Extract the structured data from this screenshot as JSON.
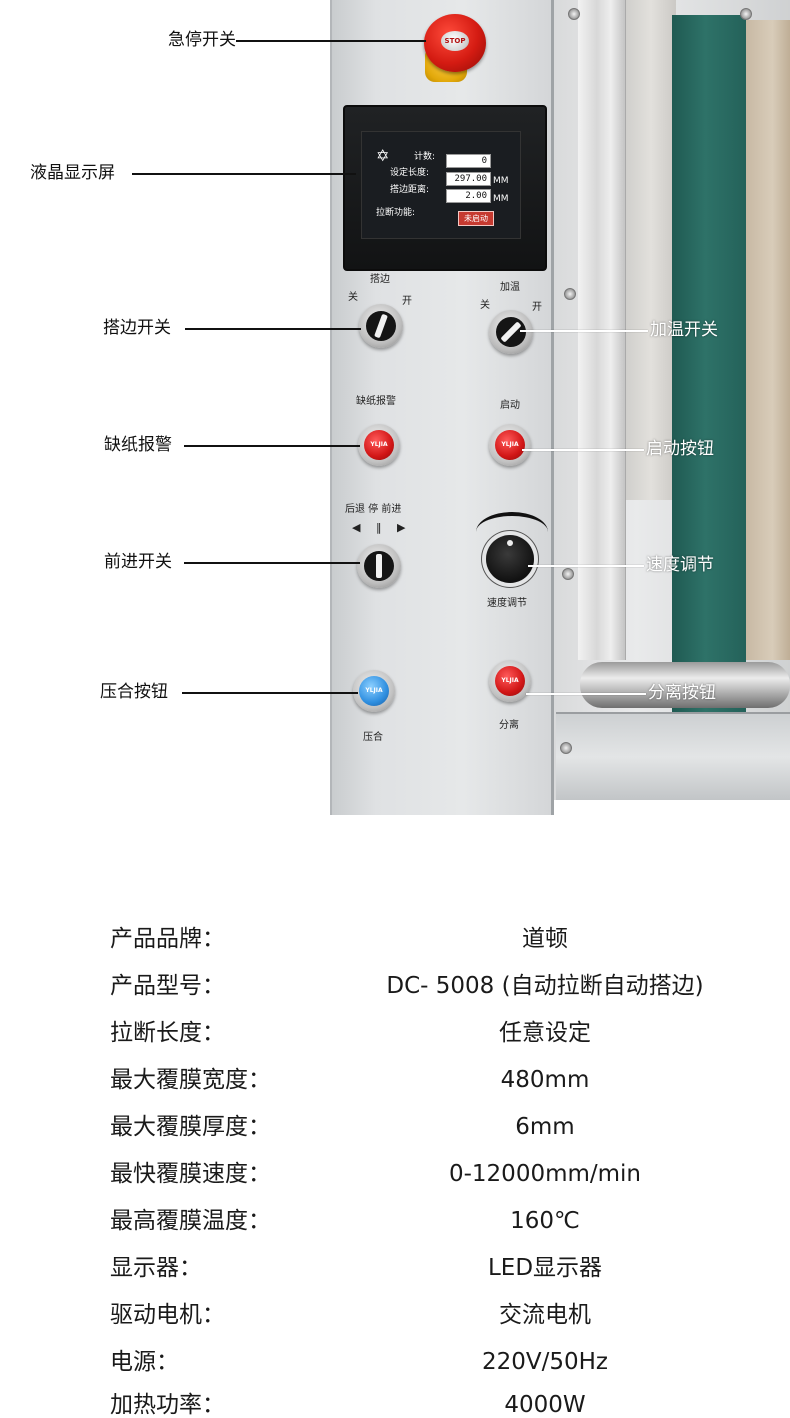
{
  "callouts": {
    "emergency_stop": "急停开关",
    "lcd": "液晶显示屏",
    "overlap_switch": "搭边开关",
    "heating_switch": "加温开关",
    "paper_alarm": "缺纸报警",
    "start_button": "启动按钮",
    "forward_switch": "前进开关",
    "speed_adjust": "速度调节",
    "press_button": "压合按钮",
    "separate_button": "分离按钮"
  },
  "panel": {
    "estop_cap": "STOP",
    "overlap_caption": "搭边",
    "overlap_off": "关",
    "overlap_on": "开",
    "heating_caption": "加温",
    "heating_off": "关",
    "heating_on": "开",
    "alarm_caption": "缺纸报警",
    "start_caption": "启动",
    "direction_caption": "后退 停 前进",
    "direction_symbols": "◀ ‖ ▶",
    "speed_caption": "速度调节",
    "press_caption": "压合",
    "separate_caption": "分离",
    "button_brand": "YLJIA"
  },
  "lcd": {
    "count_label": "计数:",
    "count_value": "0",
    "length_label": "设定长度:",
    "length_value": "297.00",
    "length_unit": "MM",
    "overlap_label": "搭边距离:",
    "overlap_value": "2.00",
    "overlap_unit": "MM",
    "function_label": "拉断功能:",
    "function_button": "未启动"
  },
  "specs": [
    {
      "key": "产品品牌：",
      "value": "道顿"
    },
    {
      "key": "产品型号：",
      "value": "DC- 5008 (自动拉断自动搭边)"
    },
    {
      "key": "拉断长度：",
      "value": "任意设定"
    },
    {
      "key": "最大覆膜宽度：",
      "value": "480mm"
    },
    {
      "key": "最大覆膜厚度：",
      "value": "6mm"
    },
    {
      "key": "最快覆膜速度：",
      "value": "0-12000mm/min"
    },
    {
      "key": "最高覆膜温度：",
      "value": "160℃"
    },
    {
      "key": "显示器：",
      "value": "LED显示器"
    },
    {
      "key": "驱动电机：",
      "value": "交流电机"
    },
    {
      "key": "电源：",
      "value": "220V/50Hz"
    },
    {
      "key": "加热功率：",
      "value": "4000W"
    }
  ]
}
